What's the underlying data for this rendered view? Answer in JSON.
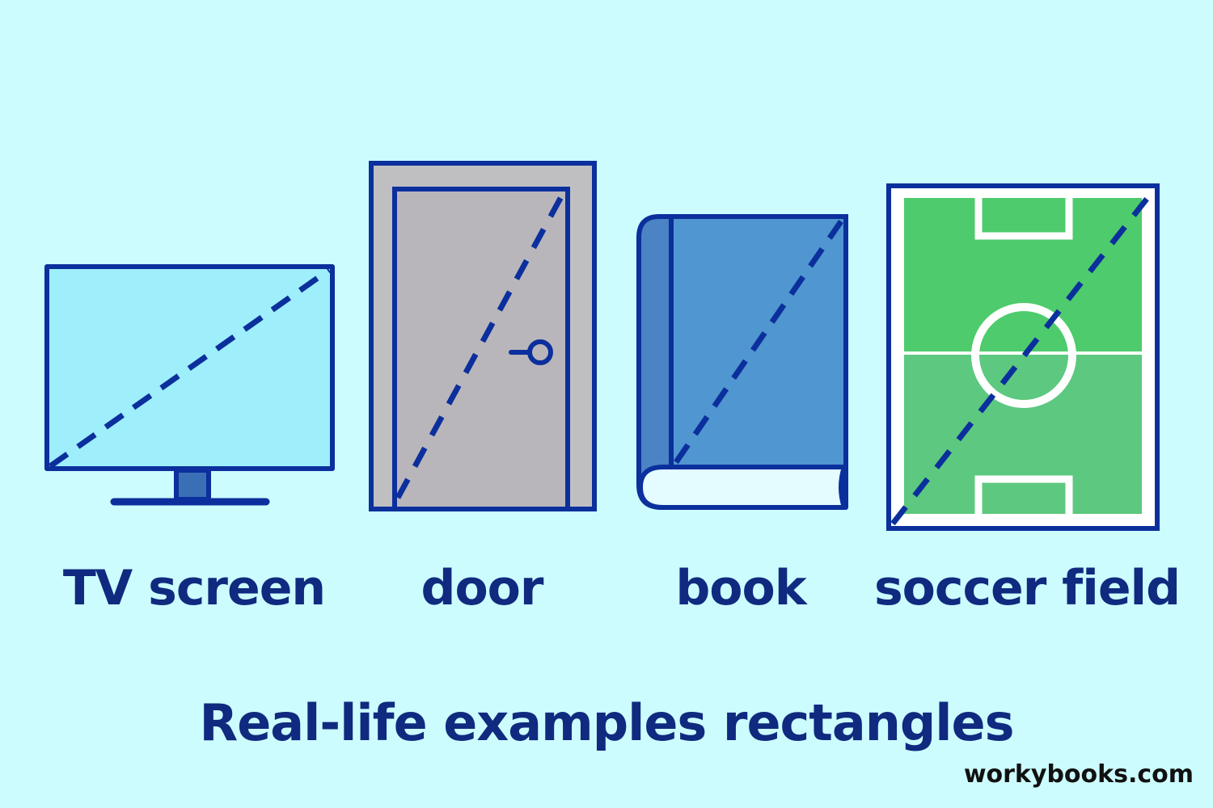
{
  "colors": {
    "background": "#ccfcfd",
    "outline": "#0b2f9c",
    "label_text": "#0f2a7f",
    "watermark_text": "#111111",
    "tv_screen": "#9eeefb",
    "tv_stand": "#3a6fb5",
    "door_frame": "#bfbfc2",
    "door_panel": "#b9b6bb",
    "book_cover": "#5096d0",
    "book_spine": "#4b83c4",
    "book_pages": "#e4fbff",
    "field_green_dark": "#4ecb6c",
    "field_green_light": "#5dc87f",
    "field_lines": "#ffffff"
  },
  "icons": {
    "tv": "tv-screen-icon",
    "door": "door-icon",
    "book": "book-icon",
    "field": "soccer-field-icon"
  },
  "labels": {
    "tv": "TV screen",
    "door": "door",
    "book": "book",
    "field": "soccer field"
  },
  "title": "Real-life examples rectangles",
  "watermark": "workybooks.com"
}
